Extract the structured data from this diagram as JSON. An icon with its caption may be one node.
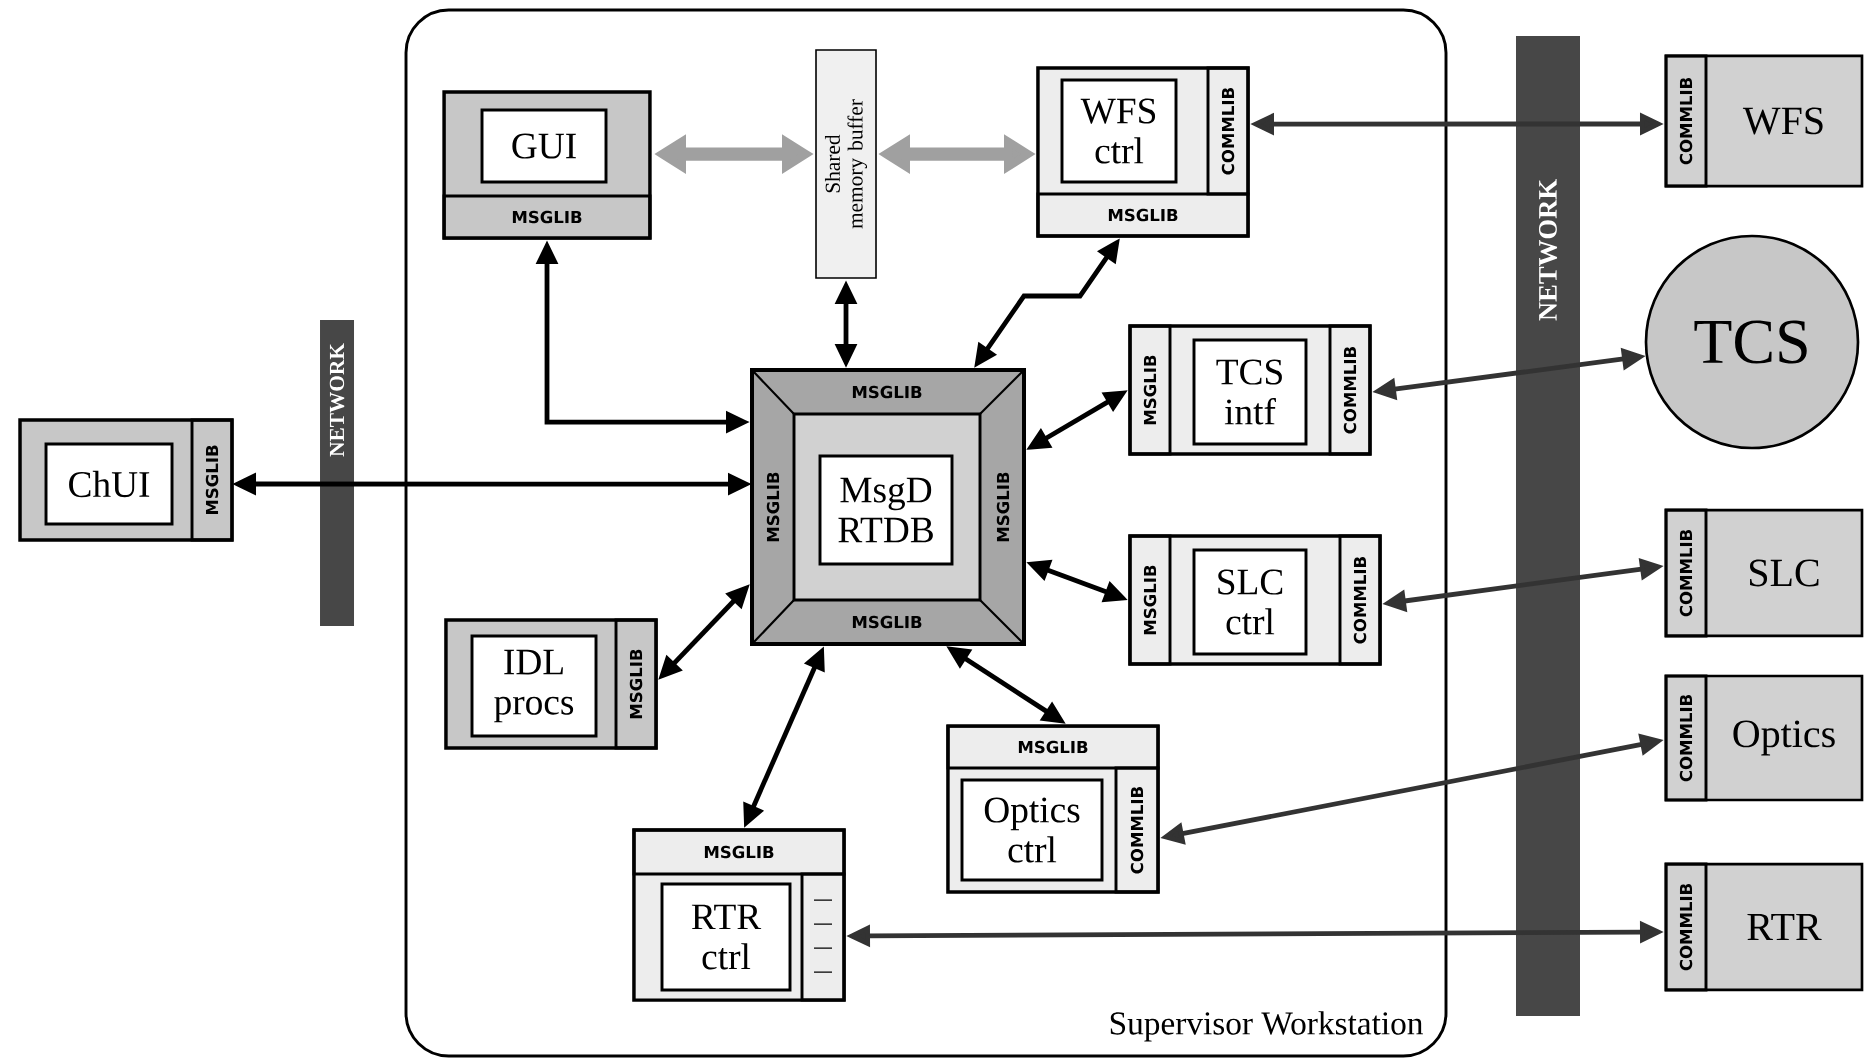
{
  "diagram": {
    "nodes": [
      {
        "text": [
          "Supervisor Workstation"
        ]
      },
      {
        "text": [
          "GUI",
          "MSGLIB"
        ],
        "in": 0
      },
      {
        "text": [
          "Shared memory buffer"
        ],
        "in": 0
      },
      {
        "text": [
          "WFS ctrl",
          "COMMLIB",
          "MSGLIB"
        ],
        "in": 0
      },
      {
        "text": [
          "MSGLIB",
          "MSGLIB",
          "MsgD RTDB",
          "MSGLIB",
          "MSGLIB"
        ],
        "in": 0
      },
      {
        "text": [
          "MSGLIB",
          "TCS intf",
          "COMMLIB"
        ],
        "in": 0
      },
      {
        "text": [
          "IDL procs",
          "MSGLIB"
        ],
        "in": 0
      },
      {
        "text": [
          "MSGLIB",
          "SLC ctrl",
          "COMMLIB"
        ],
        "in": 0
      },
      {
        "text": [
          "MSGLIB",
          "Optics ctrl",
          "COMMLIB"
        ],
        "in": 0
      },
      {
        "text": [
          "MSGLIB",
          "RTR ctrl"
        ],
        "in": 0
      },
      {
        "text": [
          "ChUI",
          "MSGLIB"
        ]
      },
      {
        "text": [
          "COMMLIB",
          "WFS"
        ]
      },
      {
        "text": [
          "TCS"
        ]
      },
      {
        "text": [
          "COMMLIB",
          "SLC"
        ]
      },
      {
        "text": [
          "COMMLIB",
          "Optics"
        ]
      },
      {
        "text": [
          "COMMLIB",
          "RTR"
        ]
      }
    ],
    "edges": [
      {
        "from": 10,
        "to": 4,
        "arrow": "both"
      },
      {
        "from": 1,
        "to": 4,
        "arrow": "both"
      },
      {
        "from": 1,
        "to": 2,
        "arrow": "both",
        "style": "thick",
        "color": "#a0a0a0"
      },
      {
        "from": 2,
        "to": 3,
        "arrow": "both",
        "style": "thick",
        "color": "#a0a0a0"
      },
      {
        "from": 2,
        "to": 4,
        "arrow": "both"
      },
      {
        "from": 3,
        "to": 4,
        "arrow": "both"
      },
      {
        "from": 5,
        "to": 4,
        "arrow": "both"
      },
      {
        "from": 7,
        "to": 4,
        "arrow": "both"
      },
      {
        "from": 6,
        "to": 4,
        "arrow": "both"
      },
      {
        "from": 8,
        "to": 4,
        "arrow": "both"
      },
      {
        "from": 9,
        "to": 4,
        "arrow": "both"
      },
      {
        "from": 3,
        "to": 11,
        "arrow": "both",
        "color": "#333333"
      },
      {
        "from": 5,
        "to": 12,
        "arrow": "both",
        "color": "#333333"
      },
      {
        "from": 7,
        "to": 13,
        "arrow": "both",
        "color": "#333333"
      },
      {
        "from": 8,
        "to": 14,
        "arrow": "both",
        "color": "#333333"
      },
      {
        "from": 9,
        "to": 15,
        "arrow": "both",
        "color": "#333333"
      }
    ],
    "labels": [
      "NETWORK",
      "NETWORK"
    ]
  }
}
